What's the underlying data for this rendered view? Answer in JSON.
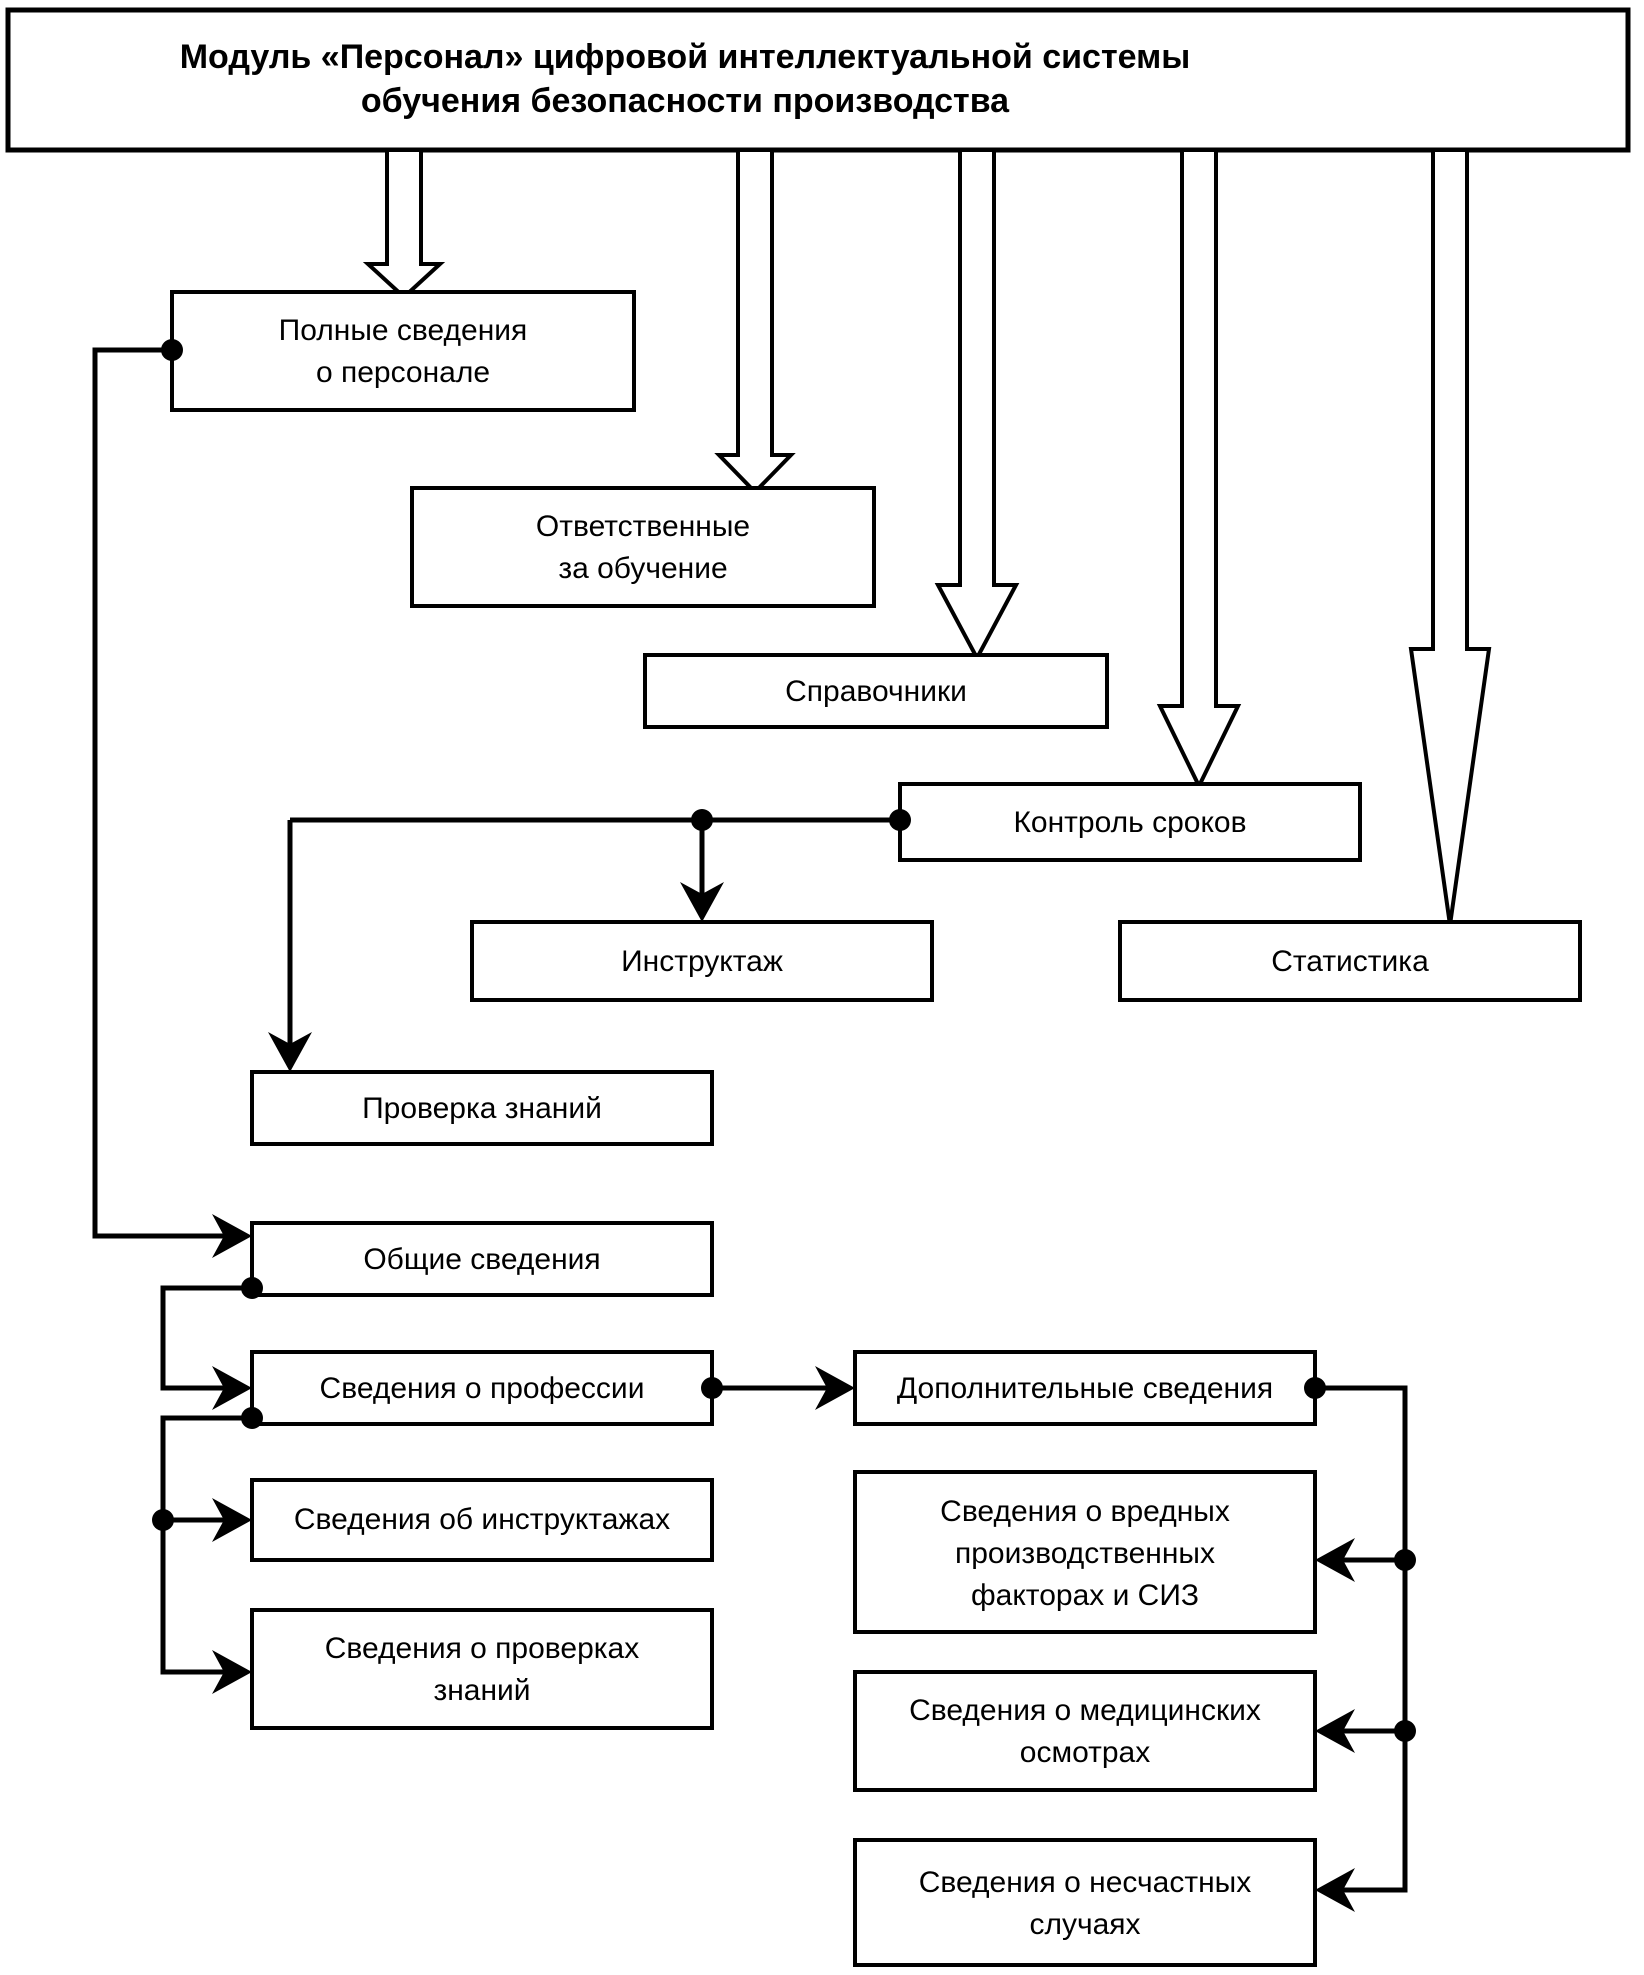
{
  "diagram": {
    "title": "Модуль «Персонал» цифровой интеллектуальной системы обучения безопасности производства",
    "title_line1": "Модуль «Персонал» цифровой интеллектуальной системы",
    "title_line2": "обучения безопасности производства",
    "colors": {
      "background": "#ffffff",
      "stroke": "#000000",
      "fill": "#ffffff"
    },
    "nodes": {
      "full_personnel_info_line1": "Полные сведения",
      "full_personnel_info_line2": "о персонале",
      "responsible_line1": "Ответственные",
      "responsible_line2": "за обучение",
      "reference_books": "Справочники",
      "deadline_control": "Контроль сроков",
      "briefing": "Инструктаж",
      "statistics": "Статистика",
      "knowledge_check": "Проверка знаний",
      "general_info": "Общие сведения",
      "profession_info": "Сведения о профессии",
      "briefings_info": "Сведения об инструктажах",
      "knowledge_checks_info_line1": "Сведения о проверках",
      "knowledge_checks_info_line2": "знаний",
      "additional_info": "Дополнительные сведения",
      "harmful_factors_line1": "Сведения о вредных",
      "harmful_factors_line2": "производственных",
      "harmful_factors_line3": "факторах и СИЗ",
      "medical_exams_line1": "Сведения о медицинских",
      "medical_exams_line2": "осмотрах",
      "accidents_line1": "Сведения о несчастных",
      "accidents_line2": "случаях"
    }
  }
}
